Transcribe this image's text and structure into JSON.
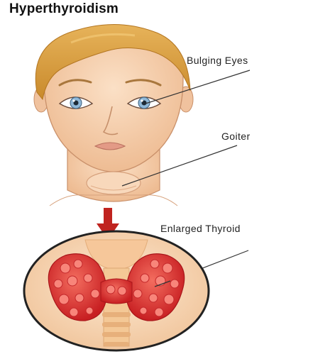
{
  "title": "Hyperthyroidism",
  "labels": {
    "eyes": "Bulging Eyes",
    "goiter": "Goiter",
    "thyroid": "Enlarged Thyroid"
  },
  "icons": {
    "face": "face-illustration",
    "arrow": "down-arrow-icon",
    "thyroid": "thyroid-illustration"
  },
  "colors": {
    "skin": "#f6d0b0",
    "hair": "#d99b3c",
    "arrow": "#c0231f",
    "thyroid": "#e8393a",
    "circle_fill": "#f7d9b8"
  }
}
